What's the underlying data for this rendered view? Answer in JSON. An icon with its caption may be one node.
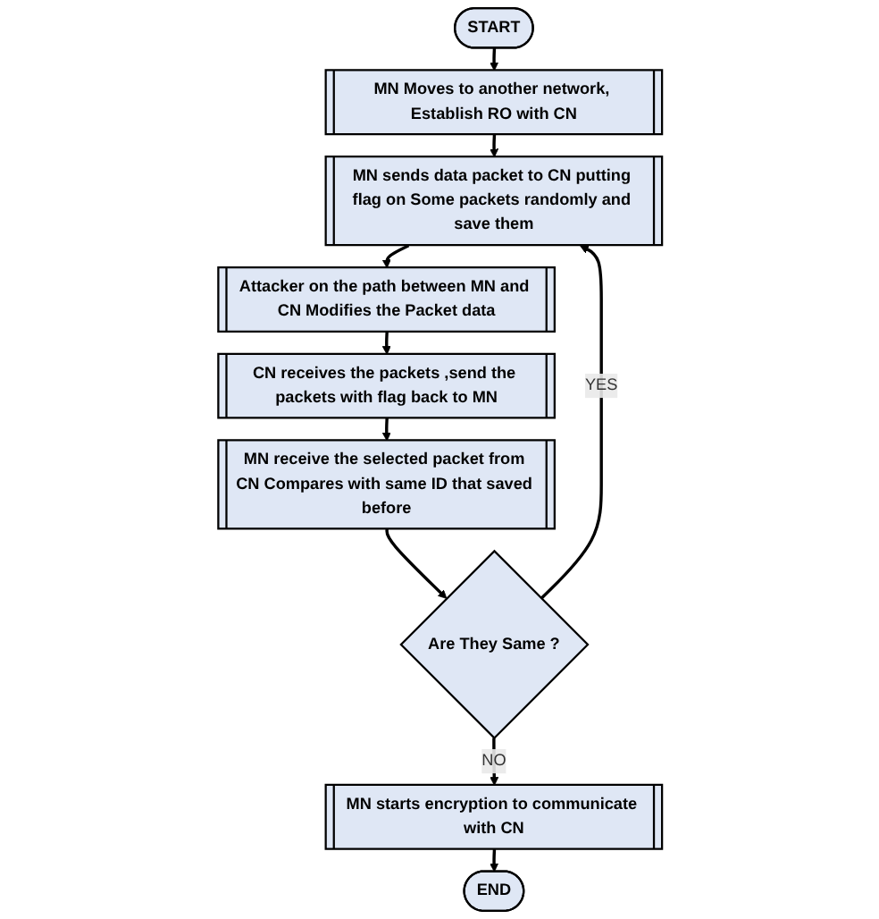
{
  "diagram": {
    "nodes": [
      {
        "text": [
          "START"
        ]
      },
      {
        "text": [
          "MN Moves to another network, Establish RO with CN"
        ]
      },
      {
        "text": [
          "MN sends data packet to CN putting flag on Some packets randomly and save them"
        ]
      },
      {
        "text": [
          "Attacker on the path between MN and CN Modifies the Packet data"
        ]
      },
      {
        "text": [
          "CN receives the packets ,send the packets with flag back to MN"
        ]
      },
      {
        "text": [
          "MN receive the selected packet from CN Compares with same ID that saved before"
        ]
      },
      {
        "text": [
          "Are They Same ?"
        ]
      },
      {
        "text": [
          "MN starts encryption to communicate with CN"
        ]
      },
      {
        "text": [
          "END"
        ]
      }
    ],
    "edges": [
      {
        "from": 0,
        "to": 1,
        "arrow": "to"
      },
      {
        "from": 1,
        "to": 2,
        "arrow": "to"
      },
      {
        "from": 2,
        "to": 3,
        "arrow": "to"
      },
      {
        "from": 3,
        "to": 4,
        "arrow": "to"
      },
      {
        "from": 4,
        "to": 5,
        "arrow": "to"
      },
      {
        "from": 5,
        "to": 6,
        "arrow": "to"
      },
      {
        "from": 6,
        "to": 2,
        "arrow": "to",
        "label": "YES"
      },
      {
        "from": 6,
        "to": 7,
        "arrow": "to",
        "label": "NO"
      },
      {
        "from": 7,
        "to": 8,
        "arrow": "to"
      }
    ]
  }
}
